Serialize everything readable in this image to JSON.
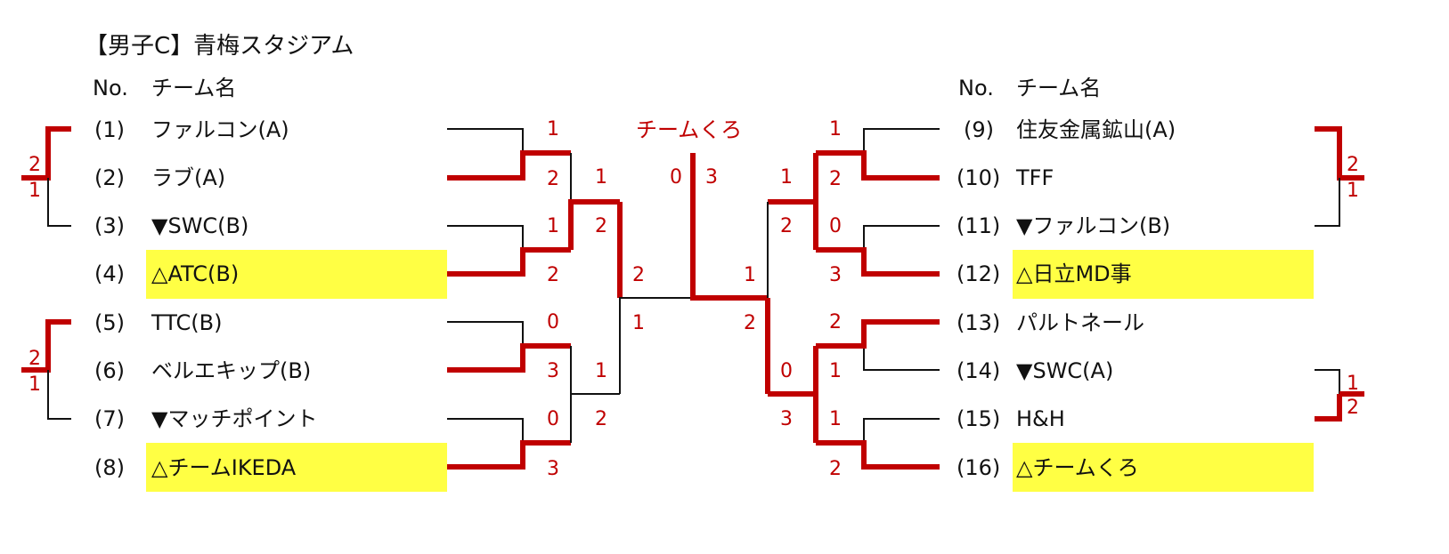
{
  "title": "【男子C】青梅スタジアム",
  "header": {
    "no_label": "No.",
    "team_label": "チーム名"
  },
  "champion": "チームくろ",
  "left_teams": [
    {
      "no": "(1)",
      "name": "ファルコン(A)"
    },
    {
      "no": "(2)",
      "name": "ラブ(A)"
    },
    {
      "no": "(3)",
      "name": "▼SWC(B)"
    },
    {
      "no": "(4)",
      "name": "△ATC(B)"
    },
    {
      "no": "(5)",
      "name": "TTC(B)"
    },
    {
      "no": "(6)",
      "name": "ベルエキップ(B)"
    },
    {
      "no": "(7)",
      "name": "▼マッチポイント"
    },
    {
      "no": "(8)",
      "name": "△チームIKEDA"
    }
  ],
  "right_teams": [
    {
      "no": "(9)",
      "name": "住友金属鉱山(A)"
    },
    {
      "no": "(10)",
      "name": "TFF"
    },
    {
      "no": "(11)",
      "name": "▼ファルコン(B)"
    },
    {
      "no": "(12)",
      "name": "△日立MD事"
    },
    {
      "no": "(13)",
      "name": "パルトネール"
    },
    {
      "no": "(14)",
      "name": "▼SWC(A)"
    },
    {
      "no": "(15)",
      "name": "H&H"
    },
    {
      "no": "(16)",
      "name": "△チームくろ"
    }
  ],
  "scores": {
    "left_r1": [
      "1",
      "2",
      "1",
      "2",
      "0",
      "3",
      "0",
      "3"
    ],
    "left_r2": [
      "1",
      "2",
      "1",
      "2"
    ],
    "left_r3": [
      "2",
      "1"
    ],
    "final": [
      "0",
      "3"
    ],
    "right_r3": [
      "1",
      "2"
    ],
    "right_r2": [
      "1",
      "2",
      "0",
      "3"
    ],
    "right_r1": [
      "1",
      "2",
      "0",
      "3",
      "2",
      "1",
      "1",
      "2"
    ],
    "left_side": [
      "2",
      "1",
      "2",
      "1"
    ],
    "right_side": [
      "2",
      "1",
      "1",
      "2"
    ]
  },
  "colors": {
    "winner_line": "#c00000",
    "loser_line": "#111111",
    "highlight": "#ffff44"
  }
}
